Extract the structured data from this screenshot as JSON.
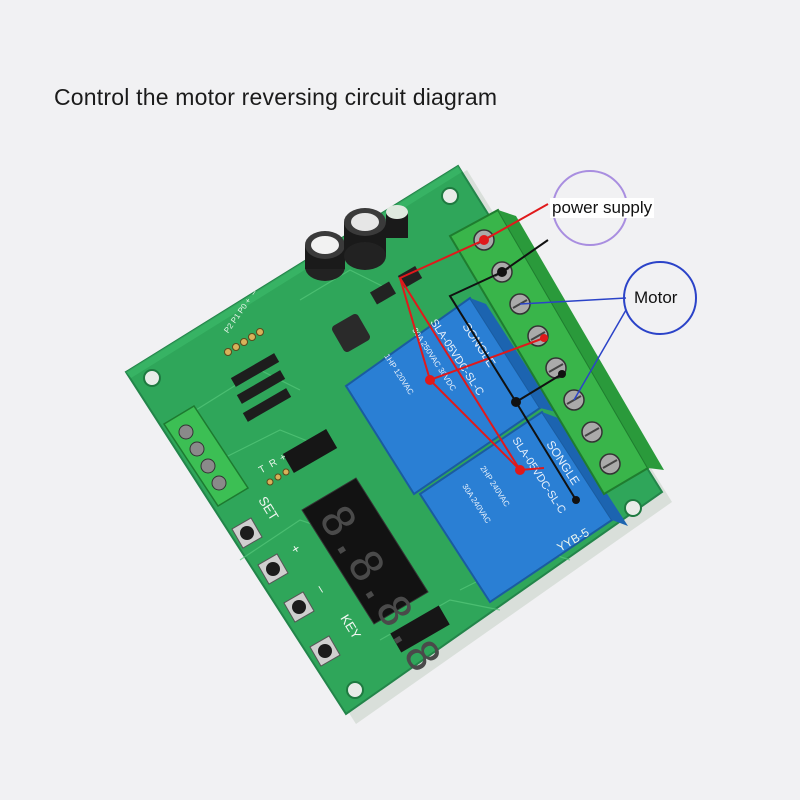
{
  "title": "Control the motor reversing circuit diagram",
  "callouts": {
    "power_supply": "power supply",
    "motor": "Motor"
  },
  "board": {
    "buttons": [
      "SET",
      "+",
      "–",
      "KEY"
    ],
    "model": "YYB-5",
    "display_digits": "8.8.8.8",
    "relay_brand": "SONGLE",
    "relay_model": "SLA-05VDC-SL-C",
    "relay_ratings": [
      "30A 250VAC 30VDC",
      "1HP 120VAC",
      "2HP 240VAC",
      "30A 240VAC"
    ],
    "header_pins": [
      "P2",
      "P1",
      "P0",
      "+",
      "–"
    ],
    "comm_pins": [
      "T",
      "R",
      "+"
    ]
  },
  "colors": {
    "pcb": "#2fa65a",
    "terminal": "#39b54a",
    "relay": "#2a7fd4",
    "wire_red": "#e0191b",
    "wire_black": "#111111",
    "callout_purple": "#a98ee0",
    "callout_blue": "#2b43c8"
  }
}
